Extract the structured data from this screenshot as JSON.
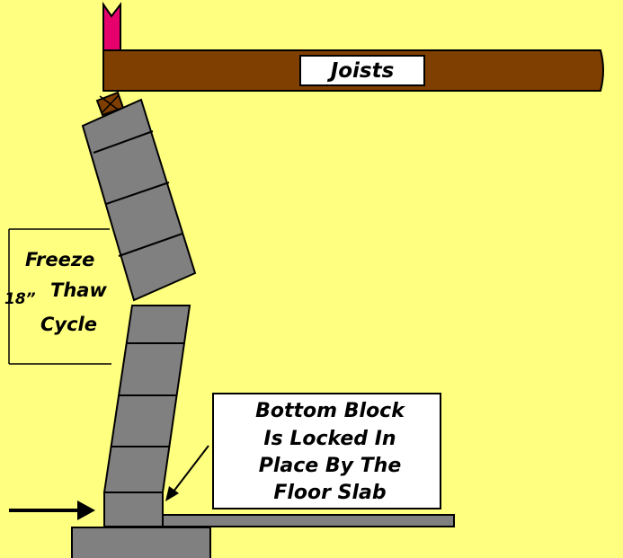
{
  "diagram": {
    "joists_label": "Joists",
    "freeze_line1": "Freeze",
    "freeze_line2": "Thaw",
    "freeze_line3": "Cycle",
    "height_label": "18”",
    "callout_line1": "Bottom Block",
    "callout_line2": "Is Locked In",
    "callout_line3": "Place By The",
    "callout_line4": "Floor Slab"
  },
  "colors": {
    "background": "#ffff80",
    "joist": "#7f3f00",
    "block": "#808080",
    "post": "#e6006e",
    "outline": "#000000"
  }
}
